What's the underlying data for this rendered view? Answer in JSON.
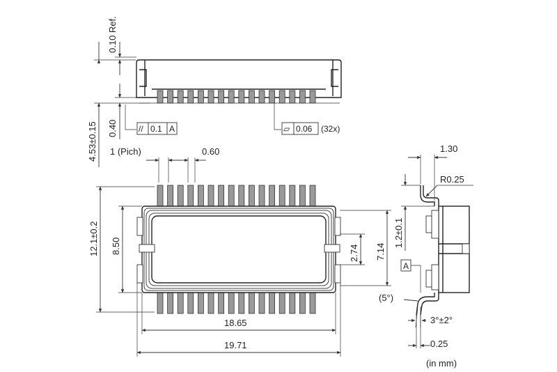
{
  "labels": {
    "ref_height": "0.10 Ref.",
    "total_height": "4.53±0.15",
    "standoff": "0.40",
    "parallelism_symbol": "//",
    "parallelism_value": "0.1",
    "datum_ref": "A",
    "flatness_symbol": "▱",
    "flatness_value": "0.06",
    "flatness_count": "(32x)",
    "pitch": "1 (Pich)",
    "pin_width": "0.60",
    "overall_width": "12.1±0.2",
    "inner_width": "8.50",
    "slot_height": "2.74",
    "slot_span": "7.14",
    "inner_length": "18.65",
    "overall_length": "19.71",
    "lead_offset": "1.30",
    "bend_radius": "R0.25",
    "lead_height": "1.2±0.1",
    "datum_label": "A",
    "angle_a": "(5°)",
    "angle_b": "3°±2°",
    "lead_thickness": "0.25",
    "units": "(in mm)"
  },
  "pin_count_per_side": 16,
  "colors": {
    "line": "#222222",
    "pin_fill": "#9a9a9a",
    "background": "#ffffff"
  }
}
